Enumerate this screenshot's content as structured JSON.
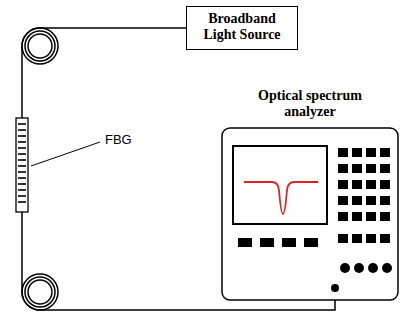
{
  "diagram": {
    "nodes": [
      {
        "text": [
          "Broadband Light Source"
        ]
      },
      {
        "text": [
          "Optical spectrum analyzer"
        ]
      }
    ],
    "edges": [
      {
        "from": 0,
        "to": 1,
        "arrow": "none"
      }
    ],
    "labels": [
      "FBG"
    ]
  }
}
